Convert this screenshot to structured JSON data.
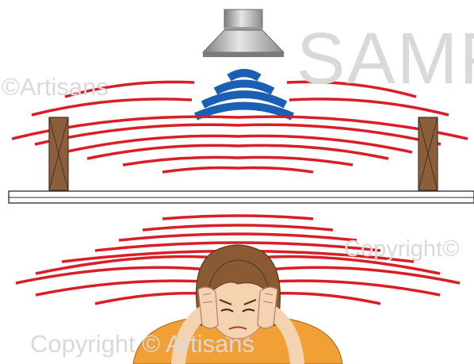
{
  "watermarks": {
    "artisans": "©Artisans",
    "sample": "SAMPLE",
    "copyright_right": "Copyright©",
    "copyright_bottom": "Copyright © Artisans"
  },
  "colors": {
    "sound_wave_red": "#d91f26",
    "speaker_wave_blue": "#1a5fb4",
    "wood_post": "#8b5e3c",
    "skin": "#f5d2b0",
    "hair": "#8a5a35",
    "shirt": "#f0a035",
    "watermark": "#d9d9d9"
  },
  "icons": {
    "speaker": "ceiling-speaker-icon",
    "person": "person-covering-ears-icon"
  }
}
